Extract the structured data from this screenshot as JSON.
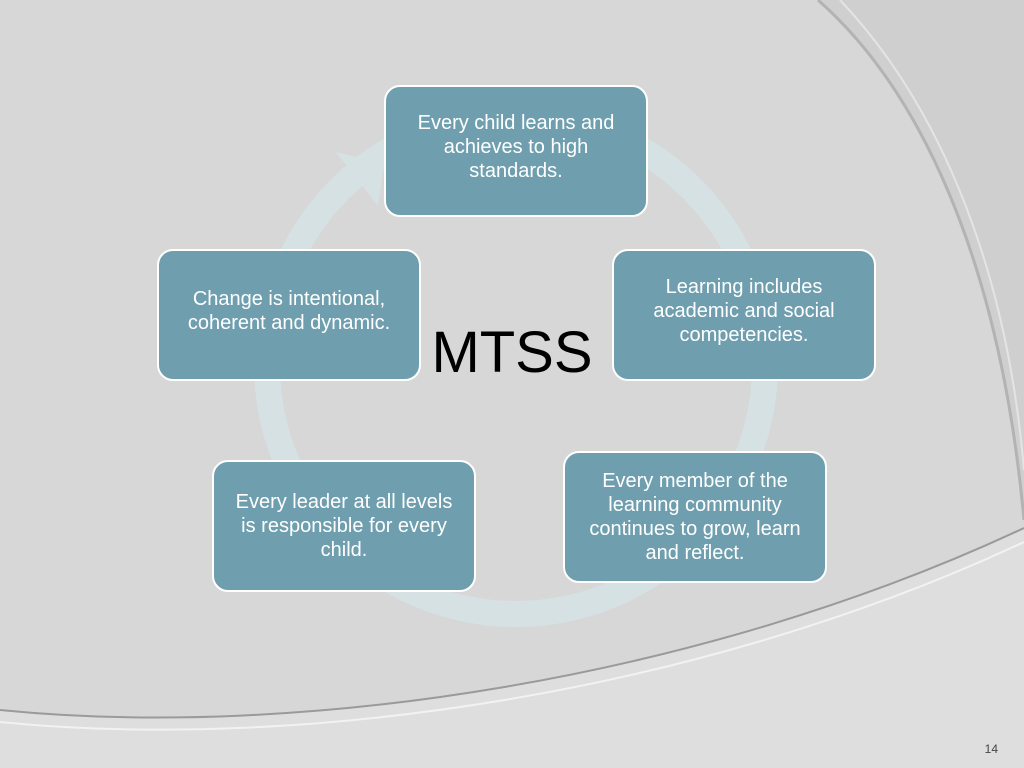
{
  "diagram": {
    "center_label": "MTSS",
    "nodes": [
      "Every child learns and achieves to high standards.",
      "Learning includes academic and social competencies.",
      "Every member of the learning community continues to grow, learn and reflect.",
      "Every leader at all levels is responsible for every child.",
      "Change is intentional, coherent and dynamic."
    ]
  },
  "slide": {
    "page_number": "14"
  },
  "colors": {
    "background": "#d7d7d7",
    "node_fill": "#6f9fae",
    "node_border": "#ffffff",
    "cycle_arrow": "#d6e1e4"
  }
}
